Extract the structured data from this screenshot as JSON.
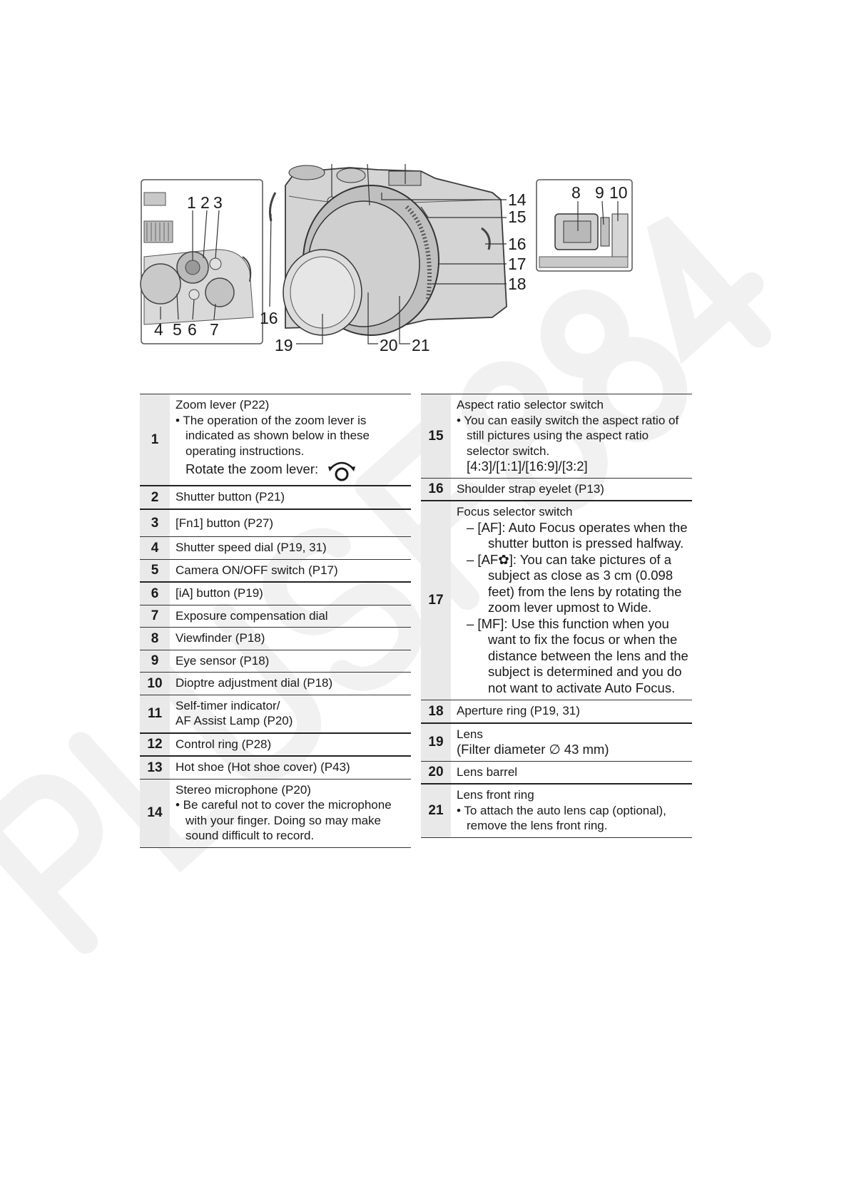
{
  "diagram": {
    "callouts": [
      "1",
      "2",
      "3",
      "4",
      "5",
      "6",
      "7",
      "8",
      "9",
      "10",
      "14",
      "15",
      "16",
      "17",
      "18",
      "16",
      "19",
      "20",
      "21"
    ]
  },
  "left_table": [
    {
      "num": "1",
      "title": "Zoom lever (P22)",
      "bullet": "• The operation of the zoom lever is indicated as shown below in these operating instructions.",
      "sub": "Rotate the zoom lever:",
      "icon": "zoom-lever-rotate-icon"
    },
    {
      "num": "2",
      "title": "Shutter button (P21)"
    },
    {
      "num": "3",
      "title": "[Fn1] button (P27)"
    },
    {
      "num": "4",
      "title": "Shutter speed dial (P19, 31)"
    },
    {
      "num": "5",
      "title": "Camera ON/OFF switch (P17)"
    },
    {
      "num": "6",
      "title": "[iA] button (P19)"
    },
    {
      "num": "7",
      "title": "Exposure compensation dial"
    },
    {
      "num": "8",
      "title": "Viewfinder (P18)"
    },
    {
      "num": "9",
      "title": "Eye sensor (P18)"
    },
    {
      "num": "10",
      "title": "Dioptre adjustment dial (P18)"
    },
    {
      "num": "11",
      "title": "Self-timer indicator/",
      "title2": "AF Assist Lamp (P20)"
    },
    {
      "num": "12",
      "title": "Control ring (P28)"
    },
    {
      "num": "13",
      "title": "Hot shoe (Hot shoe cover) (P43)"
    },
    {
      "num": "14",
      "title": "Stereo microphone (P20)",
      "bullet": "• Be careful not to cover the microphone with your finger. Doing so may make sound difficult to record."
    }
  ],
  "right_table": [
    {
      "num": "15",
      "title": "Aspect ratio selector switch",
      "bullet": "• You can easily switch the aspect ratio of still pictures using the aspect ratio selector switch.",
      "sub": "[4:3]/[1:1]/[16:9]/[3:2]"
    },
    {
      "num": "16",
      "title": "Shoulder strap eyelet (P13)"
    },
    {
      "num": "17",
      "title": "Focus selector switch",
      "options": [
        "– [AF]: Auto Focus operates when the shutter button is pressed halfway.",
        "– [AF✿]: You can take pictures of a subject as close as 3 cm (0.098 feet) from the lens by rotating the zoom lever upmost to Wide.",
        "– [MF]: Use this function when you want to fix the focus or when the distance between the lens and the subject is determined and you do not want to activate Auto Focus."
      ]
    },
    {
      "num": "18",
      "title": "Aperture ring (P19, 31)"
    },
    {
      "num": "19",
      "title": "Lens",
      "title2": "(Filter diameter ∅ 43 mm)"
    },
    {
      "num": "20",
      "title": "Lens barrel"
    },
    {
      "num": "21",
      "title": "Lens front ring",
      "bullet": "• To attach the auto lens cap (optional), remove the lens front ring."
    }
  ]
}
